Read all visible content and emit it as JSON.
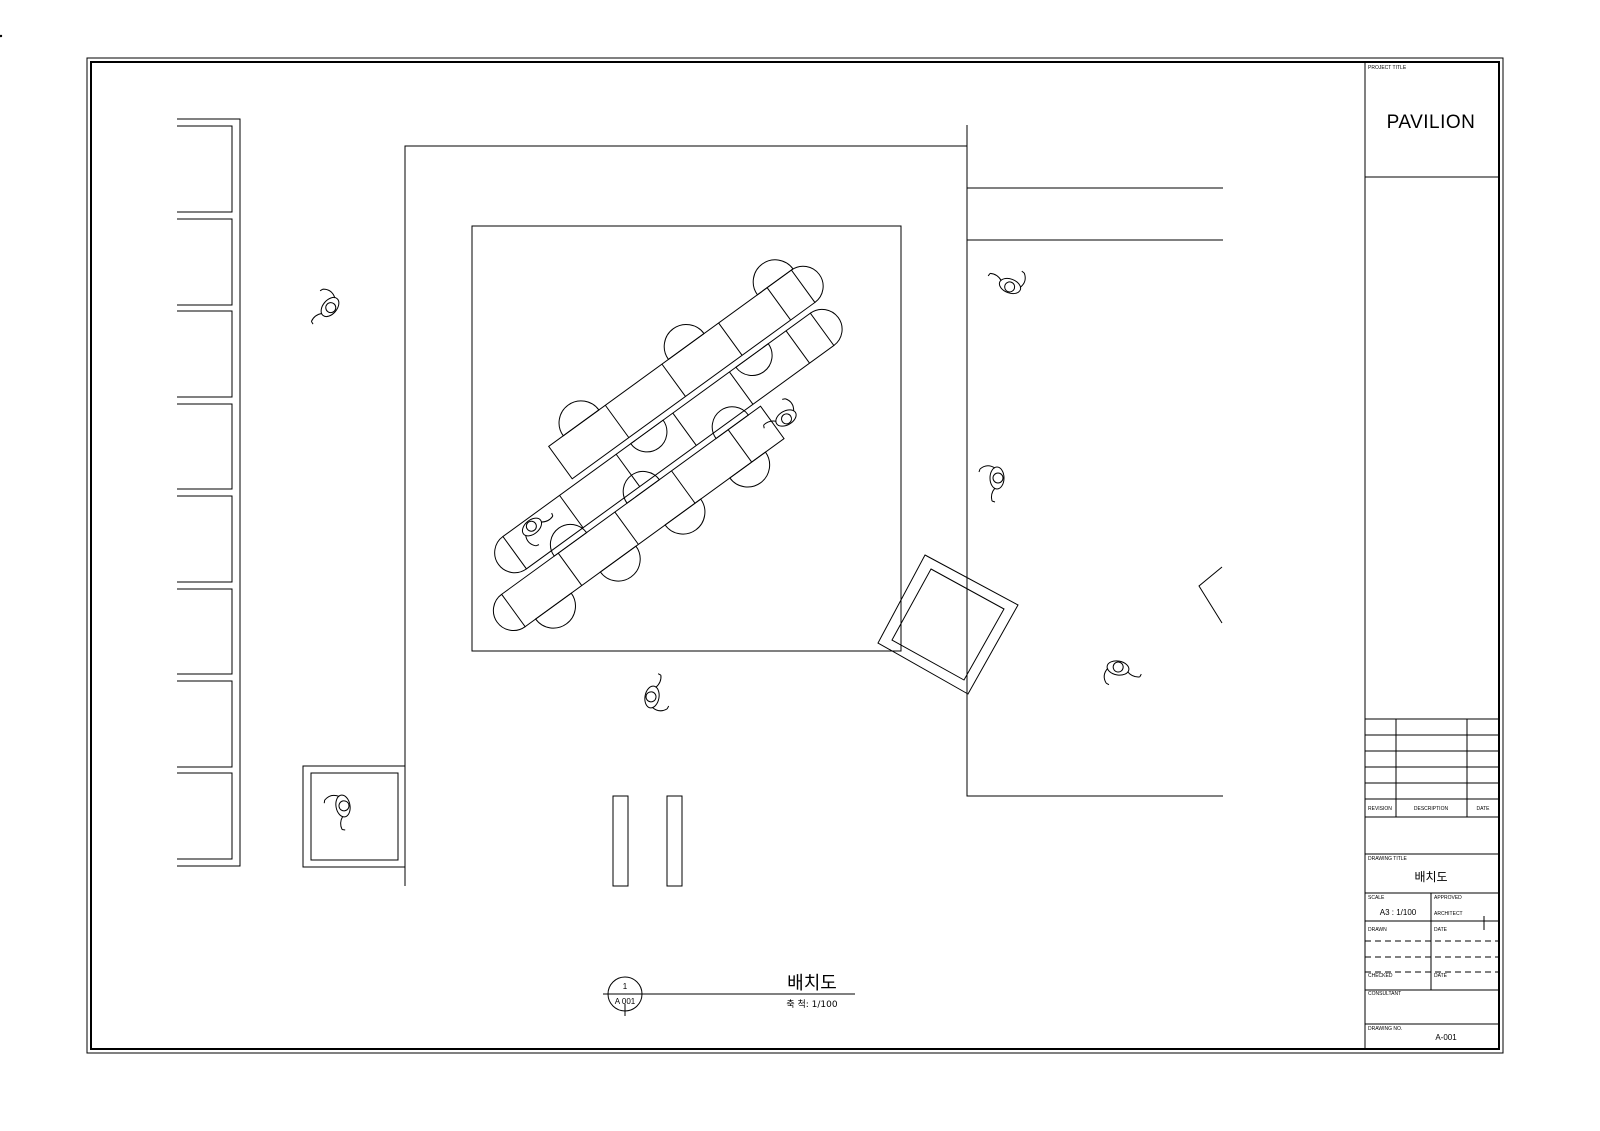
{
  "sheet": {
    "project_title_label": "PROJECT TITLE",
    "project_title": "PAVILION",
    "revision_headers": [
      "REVISION",
      "DESCRIPTION",
      "DATE"
    ],
    "drawing_title_label": "DRAWING TITLE",
    "drawing_title": "배치도",
    "scale_label": "SCALE",
    "scale_value": "A3 : 1/100",
    "approved_label": "APPROVED",
    "architect_label": "ARCHITECT",
    "drawn_label": "DRAWN",
    "drawn_date_label": "DATE",
    "checked_label": "CHECKED",
    "checked_date_label": "DATE",
    "consultant_label": "CONSULTANT",
    "drawing_no_label": "DRAWING NO.",
    "drawing_no": "A-001"
  },
  "view_label": {
    "number": "1",
    "sheet_ref": "A 001",
    "title": "배치도",
    "scale": "축 척: 1/100"
  },
  "icons": {
    "people": "person-figure-icon"
  }
}
